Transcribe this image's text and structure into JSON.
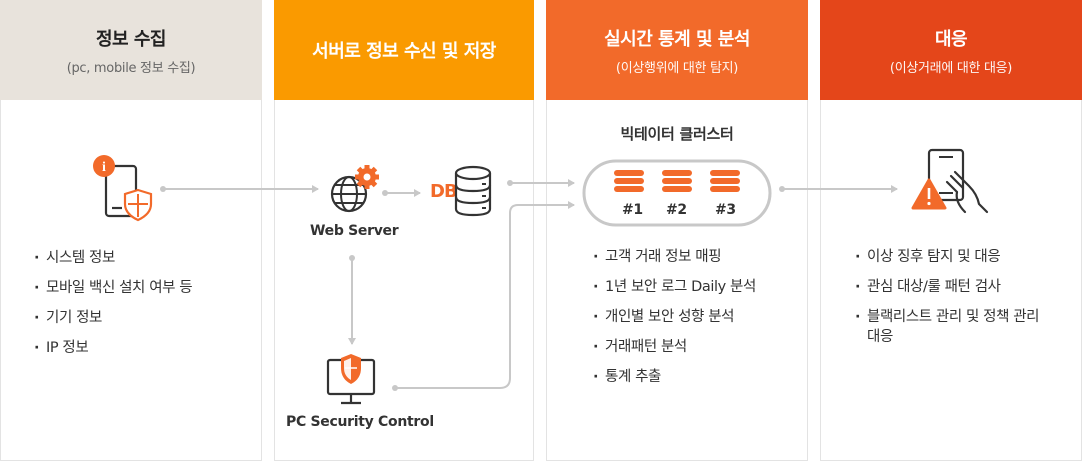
{
  "columns": [
    {
      "title": "정보 수집",
      "subtitle": "(pc, mobile 정보 수집)",
      "items": [
        "시스템 정보",
        "모바일 백신 설치 여부 등",
        "기기 정보",
        "IP 정보"
      ]
    },
    {
      "title": "서버로 정보 수신 및 저장",
      "subtitle": "",
      "nodes": {
        "web_server": "Web Server",
        "db": "DB",
        "pc_security": "PC Security Control"
      }
    },
    {
      "title": "실시간 통계 및 분석",
      "subtitle": "(이상행위에 대한 탐지)",
      "cluster_title": "빅테이터 클러스터",
      "cluster_nodes": [
        "#1",
        "#2",
        "#3"
      ],
      "items": [
        "고객 거래 정보 매핑",
        "1년 보안 로그 Daily 분석",
        "개인별 보안 성향 분석",
        "거래패턴 분석",
        "통계 추출"
      ]
    },
    {
      "title": "대응",
      "subtitle": "(이상거래에 대한 대응)",
      "items": [
        "이상 징후 탐지 및 대응",
        "관심 대상/룰 패턴 검사",
        "블랙리스트 관리 및 정책 관리 대응"
      ]
    }
  ],
  "colors": {
    "col1_head": "#e8e3dc",
    "col2_head": "#fa9a00",
    "col3_head": "#f26a2a",
    "col4_head": "#e4461a",
    "accent": "#f26a2a",
    "line": "#c8c8c8"
  },
  "icons": [
    "mobile-info-shield-icon",
    "globe-gear-icon",
    "database-icon",
    "monitor-shield-icon",
    "server-stack-icon",
    "phone-warning-hand-icon"
  ]
}
